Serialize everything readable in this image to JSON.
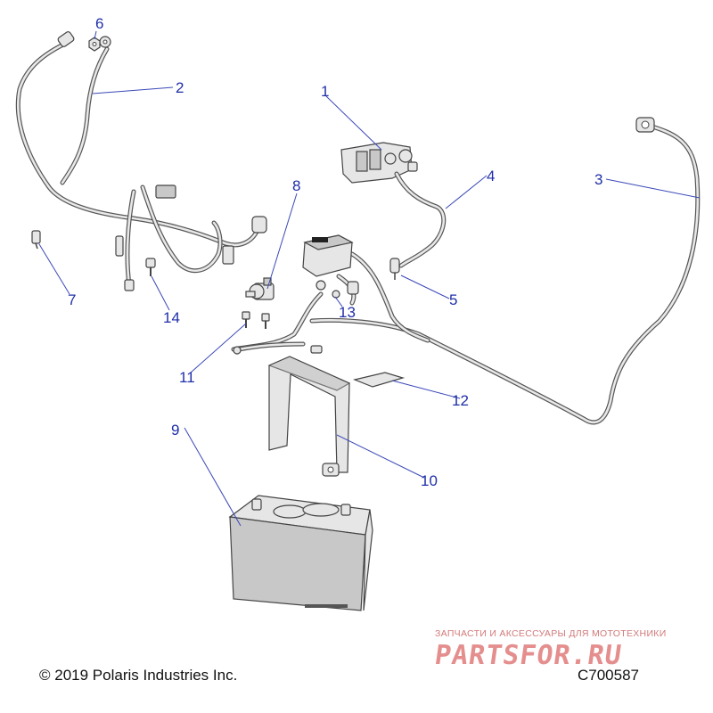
{
  "callouts": {
    "c1": "1",
    "c2": "2",
    "c3": "3",
    "c4": "4",
    "c5": "5",
    "c6": "6",
    "c7": "7",
    "c8": "8",
    "c9": "9",
    "c10": "10",
    "c11": "11",
    "c12": "12",
    "c13": "13",
    "c14": "14"
  },
  "footer": {
    "copyright": "© 2019 Polaris Industries Inc.",
    "code": "C700587"
  },
  "watermark": {
    "tagline": "ЗАПЧАСТИ И АКСЕССУАРЫ ДЛЯ МОТОТЕХНИКИ",
    "logo": "PARTSFOR.RU"
  }
}
